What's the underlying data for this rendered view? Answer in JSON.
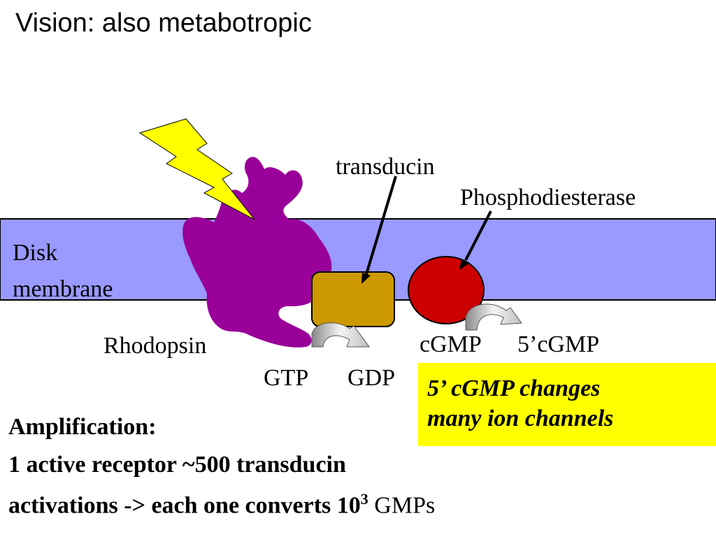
{
  "title": "Vision: also metabotropic",
  "diagram": {
    "membrane_label_line1": "Disk",
    "membrane_label_line2": "membrane",
    "transducin": "transducin",
    "phosphodiesterase": "Phosphodiesterase",
    "rhodopsin": "Rhodopsin",
    "cgmp": "cGMP",
    "five_cgmp": "5’cGMP",
    "gtp": "GTP",
    "gdp": "GDP"
  },
  "callout": {
    "line1": "5’ cGMP changes",
    "line2": "many ion channels"
  },
  "amplification": {
    "heading": "Amplification:",
    "line2": "1 active receptor ~500 transducin",
    "line3_prefix": "activations  -> each one converts 10",
    "exponent": "3",
    "unit": "GMPs"
  },
  "colors": {
    "membrane": "#9999ff",
    "rhodopsin": "#990099",
    "transducin": "#cc9900",
    "phosphodiesterase": "#cc0000",
    "lightning": "#ffff00",
    "callout": "#ffff00"
  },
  "icons": [
    "lightning-bolt-icon",
    "curved-arrow-icon"
  ]
}
